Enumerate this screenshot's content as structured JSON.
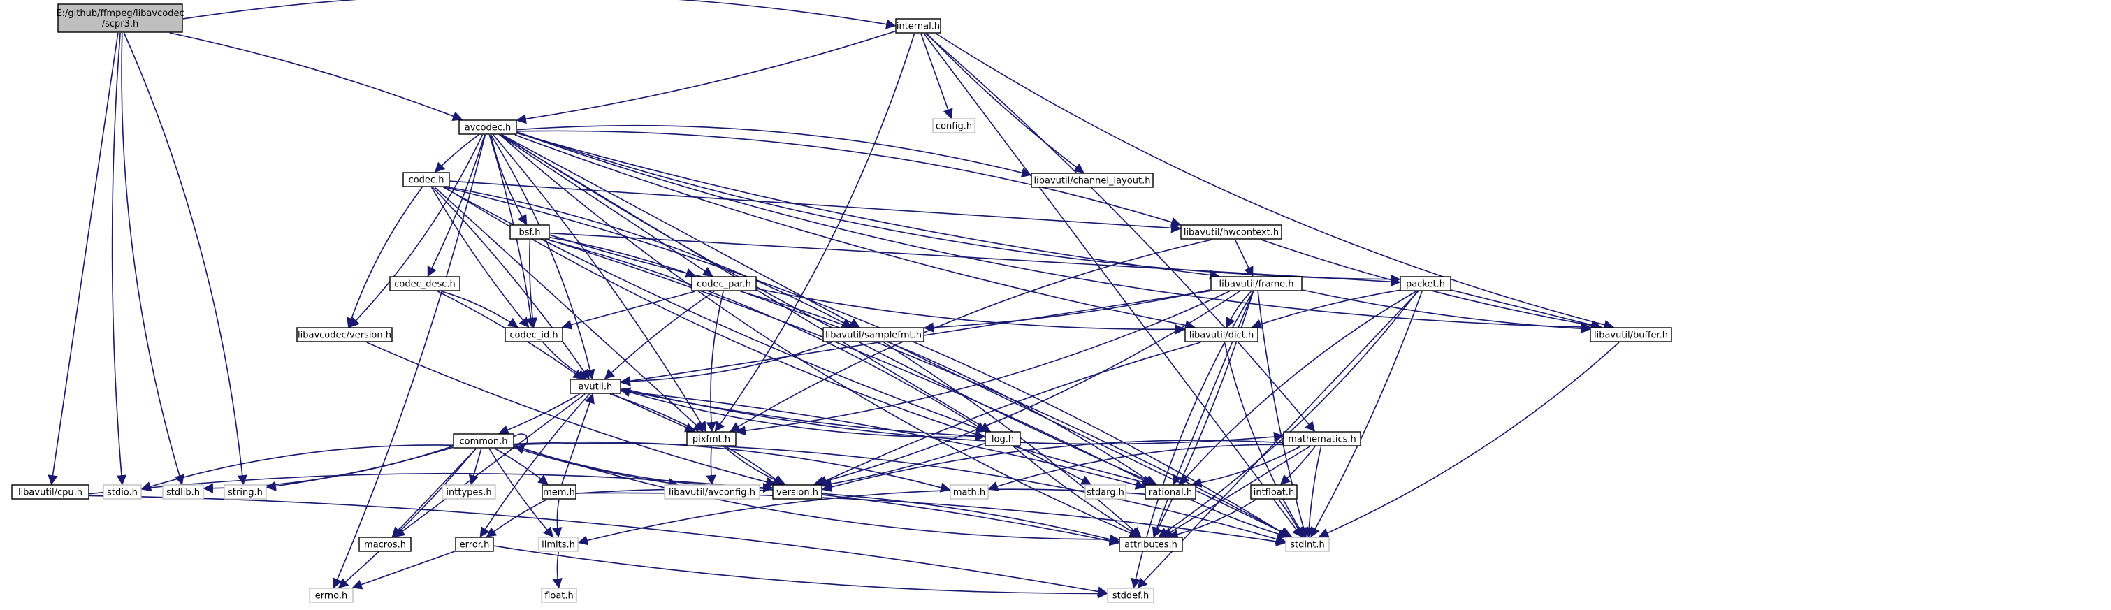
{
  "graph": {
    "title_lines": [
      "E:/github/ffmpeg/libavcodec",
      "/scpr3.h"
    ],
    "nodes": [
      {
        "id": "root",
        "label": "E:/github/ffmpeg/libavcodec\n/scpr3.h",
        "kind": "root"
      },
      {
        "id": "internal",
        "label": "internal.h",
        "kind": "local"
      },
      {
        "id": "avcodec",
        "label": "avcodec.h",
        "kind": "local"
      },
      {
        "id": "config",
        "label": "config.h",
        "kind": "system"
      },
      {
        "id": "channel_layout",
        "label": "libavutil/channel_layout.h",
        "kind": "local"
      },
      {
        "id": "codec",
        "label": "codec.h",
        "kind": "local"
      },
      {
        "id": "bsf",
        "label": "bsf.h",
        "kind": "local"
      },
      {
        "id": "hwcontext",
        "label": "libavutil/hwcontext.h",
        "kind": "local"
      },
      {
        "id": "codec_desc",
        "label": "codec_desc.h",
        "kind": "local"
      },
      {
        "id": "codec_par",
        "label": "codec_par.h",
        "kind": "local"
      },
      {
        "id": "frame",
        "label": "libavutil/frame.h",
        "kind": "local"
      },
      {
        "id": "packet",
        "label": "packet.h",
        "kind": "local"
      },
      {
        "id": "lavc_version",
        "label": "libavcodec/version.h",
        "kind": "local"
      },
      {
        "id": "codec_id",
        "label": "codec_id.h",
        "kind": "local"
      },
      {
        "id": "samplefmt",
        "label": "libavutil/samplefmt.h",
        "kind": "local"
      },
      {
        "id": "dict",
        "label": "libavutil/dict.h",
        "kind": "local"
      },
      {
        "id": "buffer",
        "label": "libavutil/buffer.h",
        "kind": "local"
      },
      {
        "id": "avutil",
        "label": "avutil.h",
        "kind": "local"
      },
      {
        "id": "common",
        "label": "common.h",
        "kind": "local"
      },
      {
        "id": "pixfmt",
        "label": "pixfmt.h",
        "kind": "local"
      },
      {
        "id": "log",
        "label": "log.h",
        "kind": "local"
      },
      {
        "id": "mathematics",
        "label": "mathematics.h",
        "kind": "local"
      },
      {
        "id": "cpu",
        "label": "libavutil/cpu.h",
        "kind": "local"
      },
      {
        "id": "stdio",
        "label": "stdio.h",
        "kind": "system"
      },
      {
        "id": "stdlib",
        "label": "stdlib.h",
        "kind": "system"
      },
      {
        "id": "string",
        "label": "string.h",
        "kind": "system"
      },
      {
        "id": "inttypes",
        "label": "inttypes.h",
        "kind": "system"
      },
      {
        "id": "avconfig",
        "label": "libavutil/avconfig.h",
        "kind": "system"
      },
      {
        "id": "version",
        "label": "version.h",
        "kind": "local"
      },
      {
        "id": "math",
        "label": "math.h",
        "kind": "system"
      },
      {
        "id": "stdarg",
        "label": "stdarg.h",
        "kind": "system"
      },
      {
        "id": "rational",
        "label": "rational.h",
        "kind": "local"
      },
      {
        "id": "intfloat",
        "label": "intfloat.h",
        "kind": "local"
      },
      {
        "id": "mem",
        "label": "mem.h",
        "kind": "local"
      },
      {
        "id": "macros",
        "label": "macros.h",
        "kind": "local"
      },
      {
        "id": "error",
        "label": "error.h",
        "kind": "local"
      },
      {
        "id": "limits",
        "label": "limits.h",
        "kind": "system"
      },
      {
        "id": "attributes",
        "label": "attributes.h",
        "kind": "local"
      },
      {
        "id": "stdint",
        "label": "stdint.h",
        "kind": "system"
      },
      {
        "id": "errno",
        "label": "errno.h",
        "kind": "system"
      },
      {
        "id": "float",
        "label": "float.h",
        "kind": "system"
      },
      {
        "id": "stddef",
        "label": "stddef.h",
        "kind": "system"
      }
    ],
    "edges": [
      [
        "root",
        "internal"
      ],
      [
        "root",
        "avcodec"
      ],
      [
        "root",
        "cpu"
      ],
      [
        "root",
        "stdio"
      ],
      [
        "root",
        "stdlib"
      ],
      [
        "root",
        "string"
      ],
      [
        "internal",
        "avcodec"
      ],
      [
        "internal",
        "config"
      ],
      [
        "internal",
        "channel_layout"
      ],
      [
        "internal",
        "buffer"
      ],
      [
        "internal",
        "pixfmt"
      ],
      [
        "internal",
        "mathematics"
      ],
      [
        "internal",
        "stdint"
      ],
      [
        "avcodec",
        "codec"
      ],
      [
        "avcodec",
        "bsf"
      ],
      [
        "avcodec",
        "hwcontext"
      ],
      [
        "avcodec",
        "codec_desc"
      ],
      [
        "avcodec",
        "codec_par"
      ],
      [
        "avcodec",
        "frame"
      ],
      [
        "avcodec",
        "packet"
      ],
      [
        "avcodec",
        "lavc_version"
      ],
      [
        "avcodec",
        "codec_id"
      ],
      [
        "avcodec",
        "samplefmt"
      ],
      [
        "avcodec",
        "dict"
      ],
      [
        "avcodec",
        "buffer"
      ],
      [
        "avcodec",
        "avutil"
      ],
      [
        "avcodec",
        "pixfmt"
      ],
      [
        "avcodec",
        "log"
      ],
      [
        "avcodec",
        "rational"
      ],
      [
        "avcodec",
        "attributes"
      ],
      [
        "avcodec",
        "channel_layout"
      ],
      [
        "avcodec",
        "errno"
      ],
      [
        "codec",
        "hwcontext"
      ],
      [
        "codec",
        "codec_id"
      ],
      [
        "codec",
        "lavc_version"
      ],
      [
        "codec",
        "samplefmt"
      ],
      [
        "codec",
        "avutil"
      ],
      [
        "codec",
        "pixfmt"
      ],
      [
        "codec",
        "log"
      ],
      [
        "codec",
        "rational"
      ],
      [
        "codec",
        "stdint"
      ],
      [
        "bsf",
        "codec_par"
      ],
      [
        "bsf",
        "packet"
      ],
      [
        "bsf",
        "codec_id"
      ],
      [
        "bsf",
        "dict"
      ],
      [
        "bsf",
        "log"
      ],
      [
        "bsf",
        "rational"
      ],
      [
        "hwcontext",
        "frame"
      ],
      [
        "hwcontext",
        "buffer"
      ],
      [
        "hwcontext",
        "pixfmt"
      ],
      [
        "codec_desc",
        "codec_id"
      ],
      [
        "codec_desc",
        "avutil"
      ],
      [
        "codec_par",
        "codec_id"
      ],
      [
        "codec_par",
        "avutil"
      ],
      [
        "codec_par",
        "pixfmt"
      ],
      [
        "codec_par",
        "rational"
      ],
      [
        "codec_par",
        "stdint"
      ],
      [
        "frame",
        "avutil"
      ],
      [
        "frame",
        "buffer"
      ],
      [
        "frame",
        "dict"
      ],
      [
        "frame",
        "pixfmt"
      ],
      [
        "frame",
        "samplefmt"
      ],
      [
        "frame",
        "rational"
      ],
      [
        "frame",
        "stdint"
      ],
      [
        "frame",
        "stddef"
      ],
      [
        "frame",
        "version"
      ],
      [
        "frame",
        "attributes"
      ],
      [
        "packet",
        "buffer"
      ],
      [
        "packet",
        "dict"
      ],
      [
        "packet",
        "rational"
      ],
      [
        "packet",
        "attributes"
      ],
      [
        "packet",
        "stdint"
      ],
      [
        "packet",
        "stddef"
      ],
      [
        "lavc_version",
        "version"
      ],
      [
        "codec_id",
        "avutil"
      ],
      [
        "samplefmt",
        "avutil"
      ],
      [
        "samplefmt",
        "attributes"
      ],
      [
        "samplefmt",
        "stdint"
      ],
      [
        "dict",
        "version"
      ],
      [
        "dict",
        "stdint"
      ],
      [
        "buffer",
        "stdint"
      ],
      [
        "avutil",
        "common"
      ],
      [
        "avutil",
        "pixfmt"
      ],
      [
        "avutil",
        "log"
      ],
      [
        "avutil",
        "mathematics"
      ],
      [
        "avutil",
        "version"
      ],
      [
        "avutil",
        "rational"
      ],
      [
        "avutil",
        "macros"
      ],
      [
        "avutil",
        "error"
      ],
      [
        "common",
        "stdio"
      ],
      [
        "common",
        "stdlib"
      ],
      [
        "common",
        "string"
      ],
      [
        "common",
        "inttypes"
      ],
      [
        "common",
        "avconfig"
      ],
      [
        "common",
        "version"
      ],
      [
        "common",
        "math"
      ],
      [
        "common",
        "mem"
      ],
      [
        "common",
        "macros"
      ],
      [
        "common",
        "limits"
      ],
      [
        "common",
        "attributes"
      ],
      [
        "common",
        "stdint"
      ],
      [
        "common",
        "errno"
      ],
      [
        "common",
        "common"
      ],
      [
        "pixfmt",
        "avconfig"
      ],
      [
        "pixfmt",
        "version"
      ],
      [
        "log",
        "avutil"
      ],
      [
        "log",
        "version"
      ],
      [
        "log",
        "stdarg"
      ],
      [
        "log",
        "attributes"
      ],
      [
        "mathematics",
        "math"
      ],
      [
        "mathematics",
        "rational"
      ],
      [
        "mathematics",
        "intfloat"
      ],
      [
        "mathematics",
        "attributes"
      ],
      [
        "mathematics",
        "stdint"
      ],
      [
        "mathematics",
        "version"
      ],
      [
        "cpu",
        "attributes"
      ],
      [
        "cpu",
        "stddef"
      ],
      [
        "rational",
        "attributes"
      ],
      [
        "rational",
        "stdint"
      ],
      [
        "rational",
        "limits"
      ],
      [
        "intfloat",
        "attributes"
      ],
      [
        "intfloat",
        "stdint"
      ],
      [
        "mem",
        "avutil"
      ],
      [
        "mem",
        "error"
      ],
      [
        "mem",
        "limits"
      ],
      [
        "mem",
        "attributes"
      ],
      [
        "mem",
        "stdint"
      ],
      [
        "error",
        "errno"
      ],
      [
        "error",
        "stddef"
      ],
      [
        "limits",
        "float"
      ]
    ]
  }
}
